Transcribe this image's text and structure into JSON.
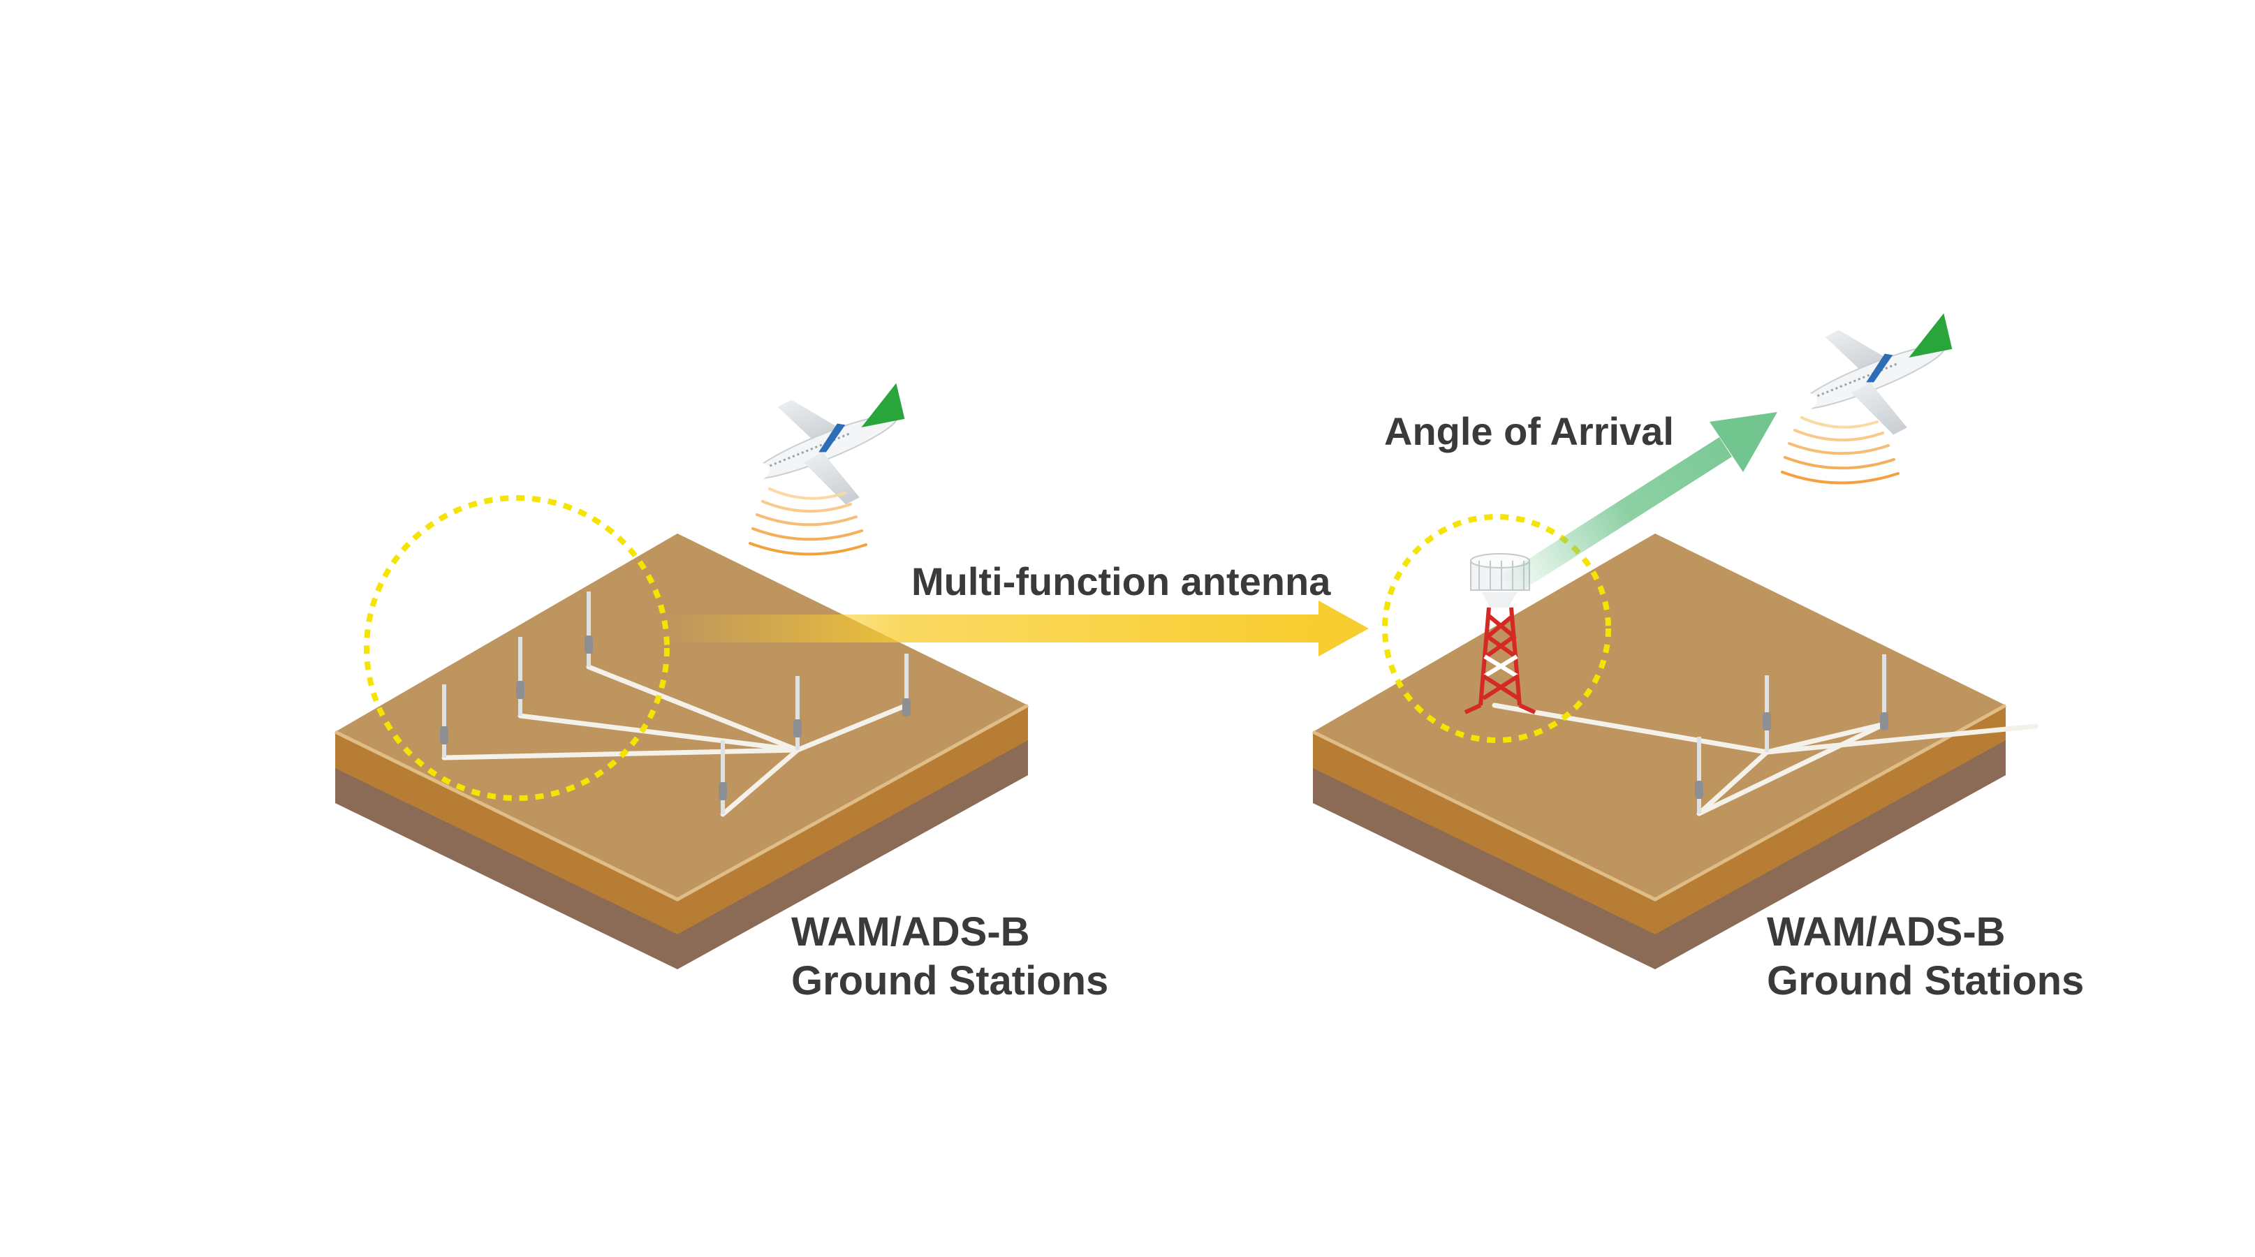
{
  "labels": {
    "multi_function_antenna": "Multi-function antenna",
    "angle_of_arrival": "Angle of Arrival",
    "left_station_line1": "WAM/ADS-B",
    "left_station_line2": "Ground Stations",
    "right_station_line1": "WAM/ADS-B",
    "right_station_line2": "Ground Stations"
  },
  "colors": {
    "ground_top": "#be955e",
    "ground_edge_light": "#d9b27a",
    "ground_layer_orange": "#b77d34",
    "ground_layer_brown": "#8b6a56",
    "highlight_circle": "#f5e300",
    "arrow_yellow": "#f8cd2f",
    "arrow_green": "#72c58e",
    "signal_orange": "#f4a03c",
    "aircraft_tail_green": "#2aa53c",
    "aircraft_stripe_blue": "#2d6db5",
    "tower_red": "#d42a25",
    "text": "#3a3a3a"
  },
  "icons": [
    "ground-antenna-icon",
    "aircraft-icon",
    "signal-waves-icon",
    "multi-function-antenna-tower-icon"
  ]
}
